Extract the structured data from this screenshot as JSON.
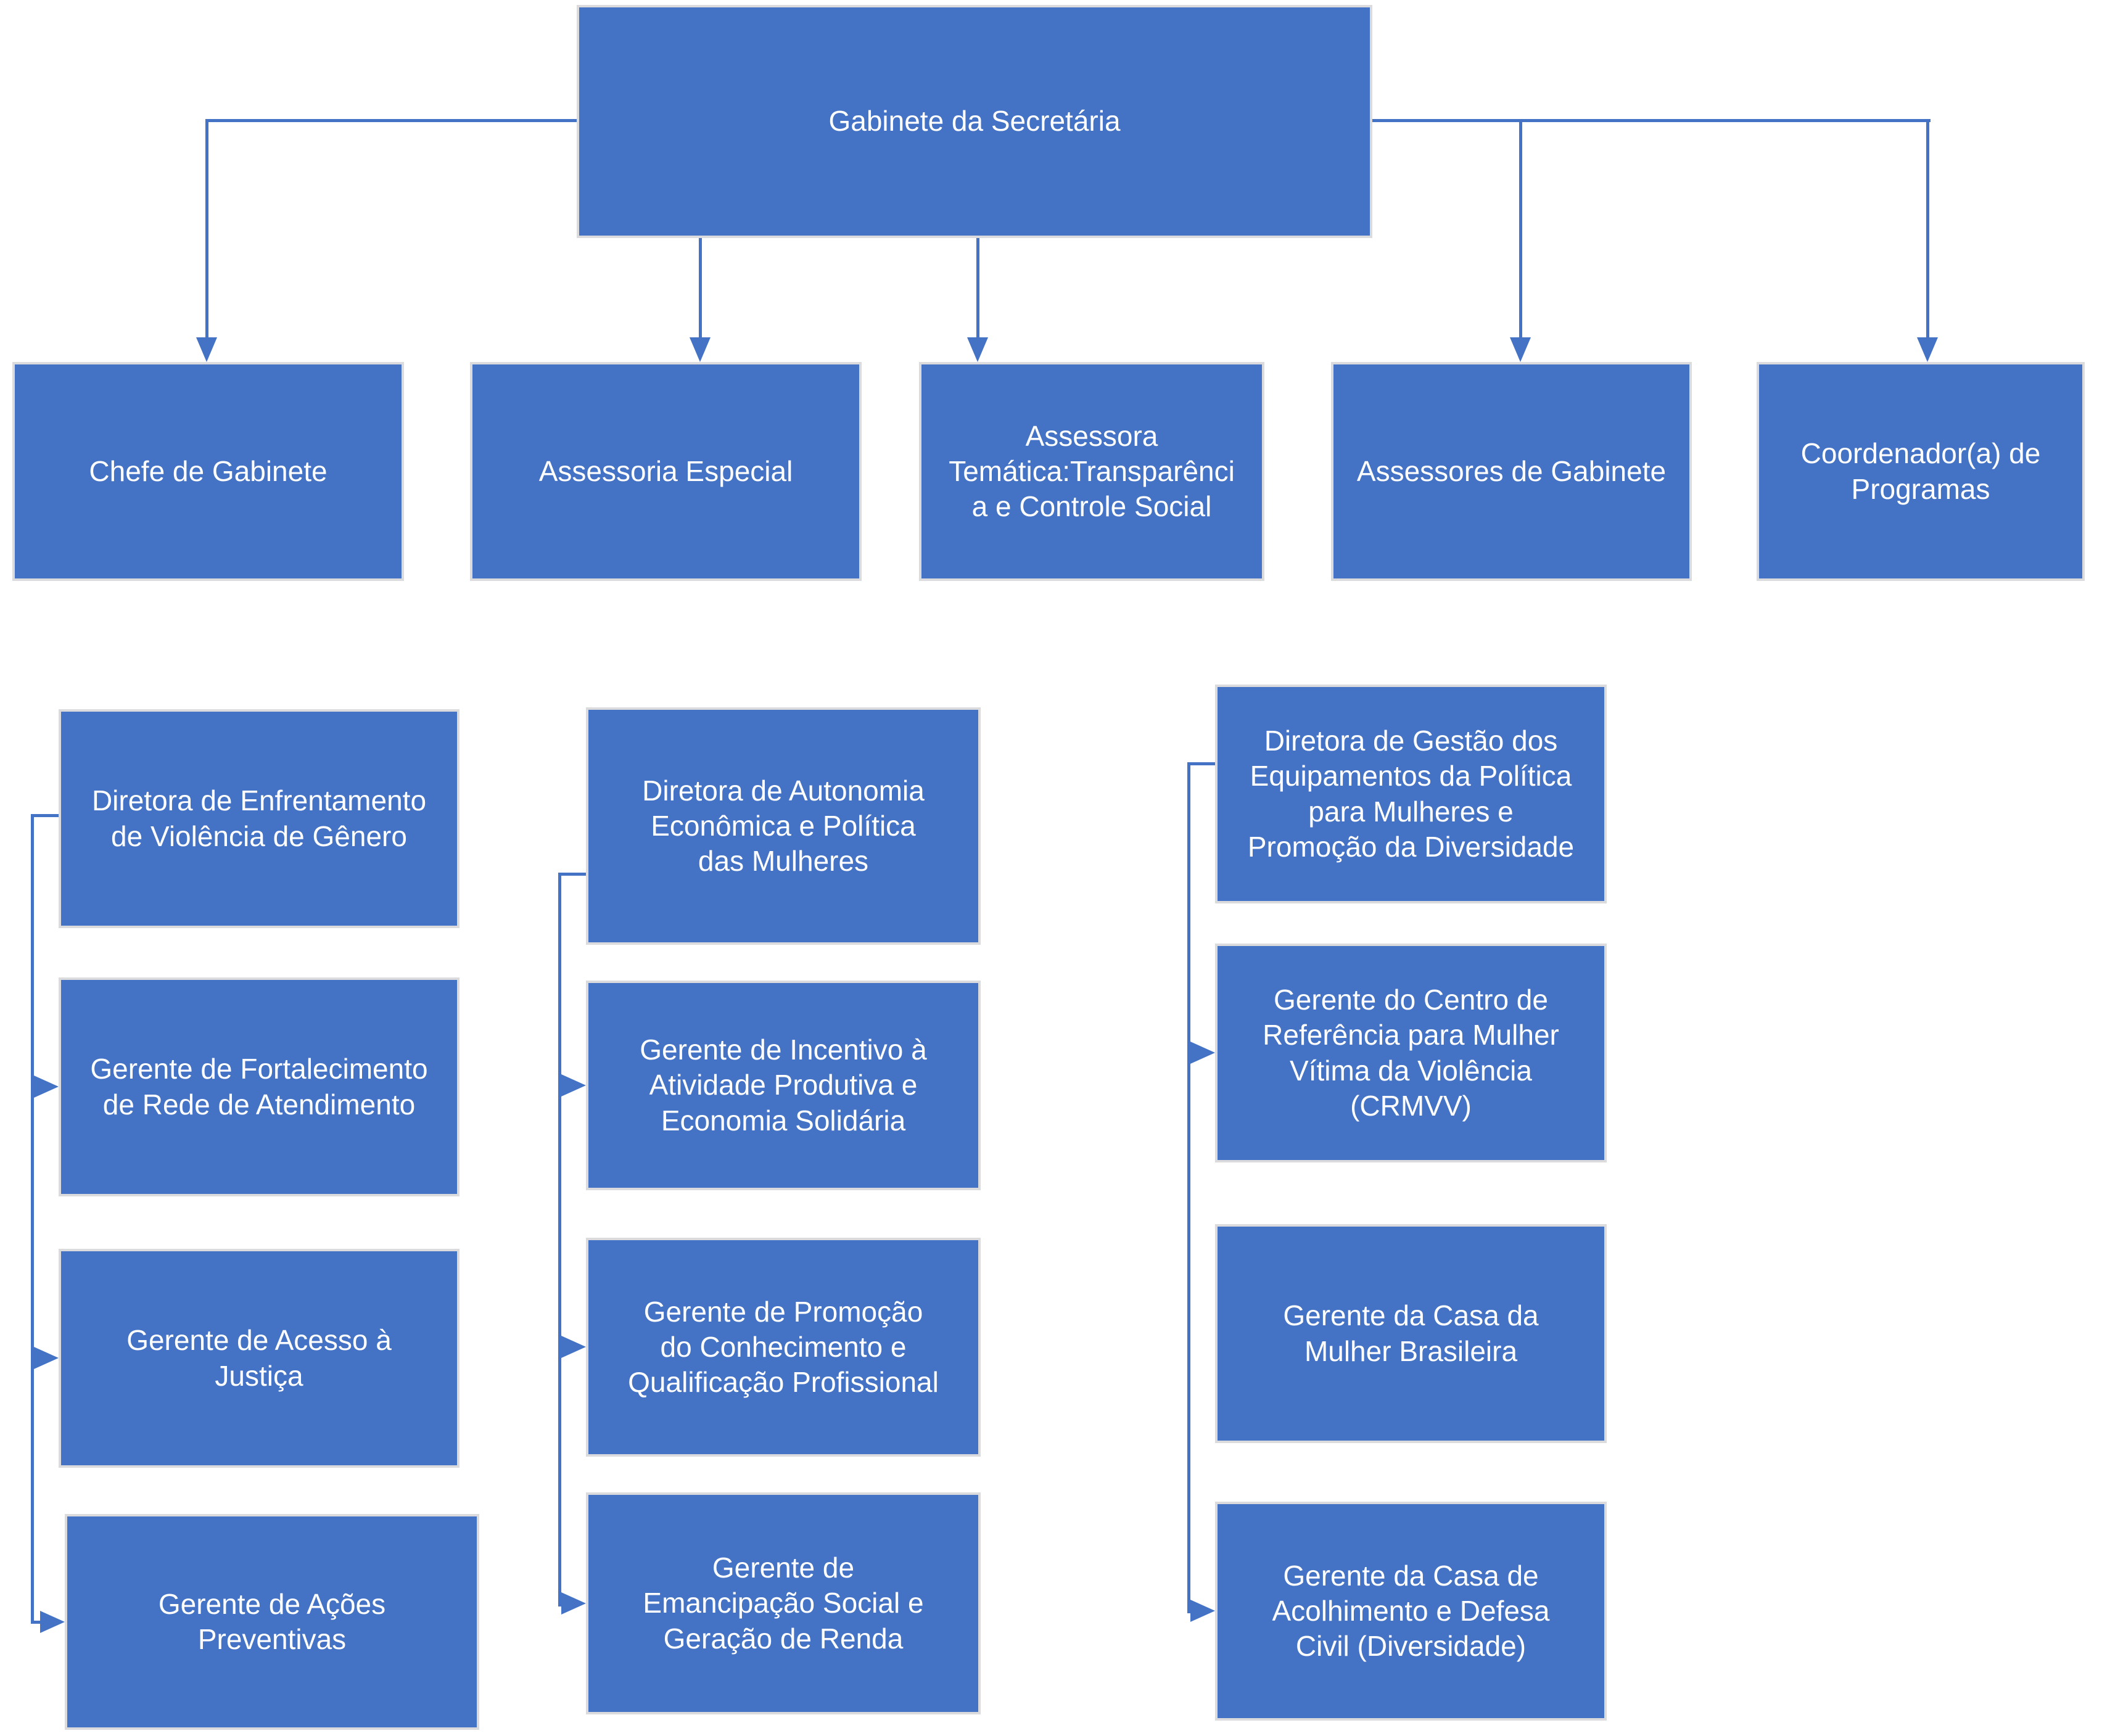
{
  "colors": {
    "box_fill": "#4472C4",
    "box_border": "#DBDBDE",
    "connector": "#4472C4",
    "text": "#FFFFFF",
    "background": "#FFFFFF"
  },
  "org": {
    "root": {
      "label": "Gabinete da Secretária"
    },
    "level2": [
      {
        "label": "Chefe de Gabinete"
      },
      {
        "label": "Assessoria Especial"
      },
      {
        "label": "Assessora\nTemática:Transparênci\na e Controle Social"
      },
      {
        "label": "Assessores de Gabinete"
      },
      {
        "label": "Coordenador(a) de\nProgramas"
      }
    ],
    "groups": [
      {
        "head": {
          "label": "Diretora de Enfrentamento\nde Violência de Gênero"
        },
        "children": [
          {
            "label": "Gerente de Fortalecimento\nde Rede de Atendimento"
          },
          {
            "label": "Gerente de Acesso à\nJustiça"
          },
          {
            "label": "Gerente de Ações\nPreventivas"
          }
        ]
      },
      {
        "head": {
          "label": "Diretora de Autonomia\nEconômica e Política\ndas Mulheres"
        },
        "children": [
          {
            "label": "Gerente de Incentivo à\nAtividade Produtiva e\nEconomia Solidária"
          },
          {
            "label": "Gerente de Promoção\ndo Conhecimento e\nQualificação Profissional"
          },
          {
            "label": "Gerente de\nEmancipação Social e\nGeração de Renda"
          }
        ]
      },
      {
        "head": {
          "label": "Diretora de Gestão dos\nEquipamentos da Política\npara Mulheres e\nPromoção da Diversidade"
        },
        "children": [
          {
            "label": "Gerente do Centro de\nReferência para Mulher\nVítima da Violência\n(CRMVV)"
          },
          {
            "label": "Gerente da Casa da\nMulher Brasileira"
          },
          {
            "label": "Gerente da Casa de\nAcolhimento e Defesa\nCivil (Diversidade)"
          }
        ]
      }
    ]
  }
}
